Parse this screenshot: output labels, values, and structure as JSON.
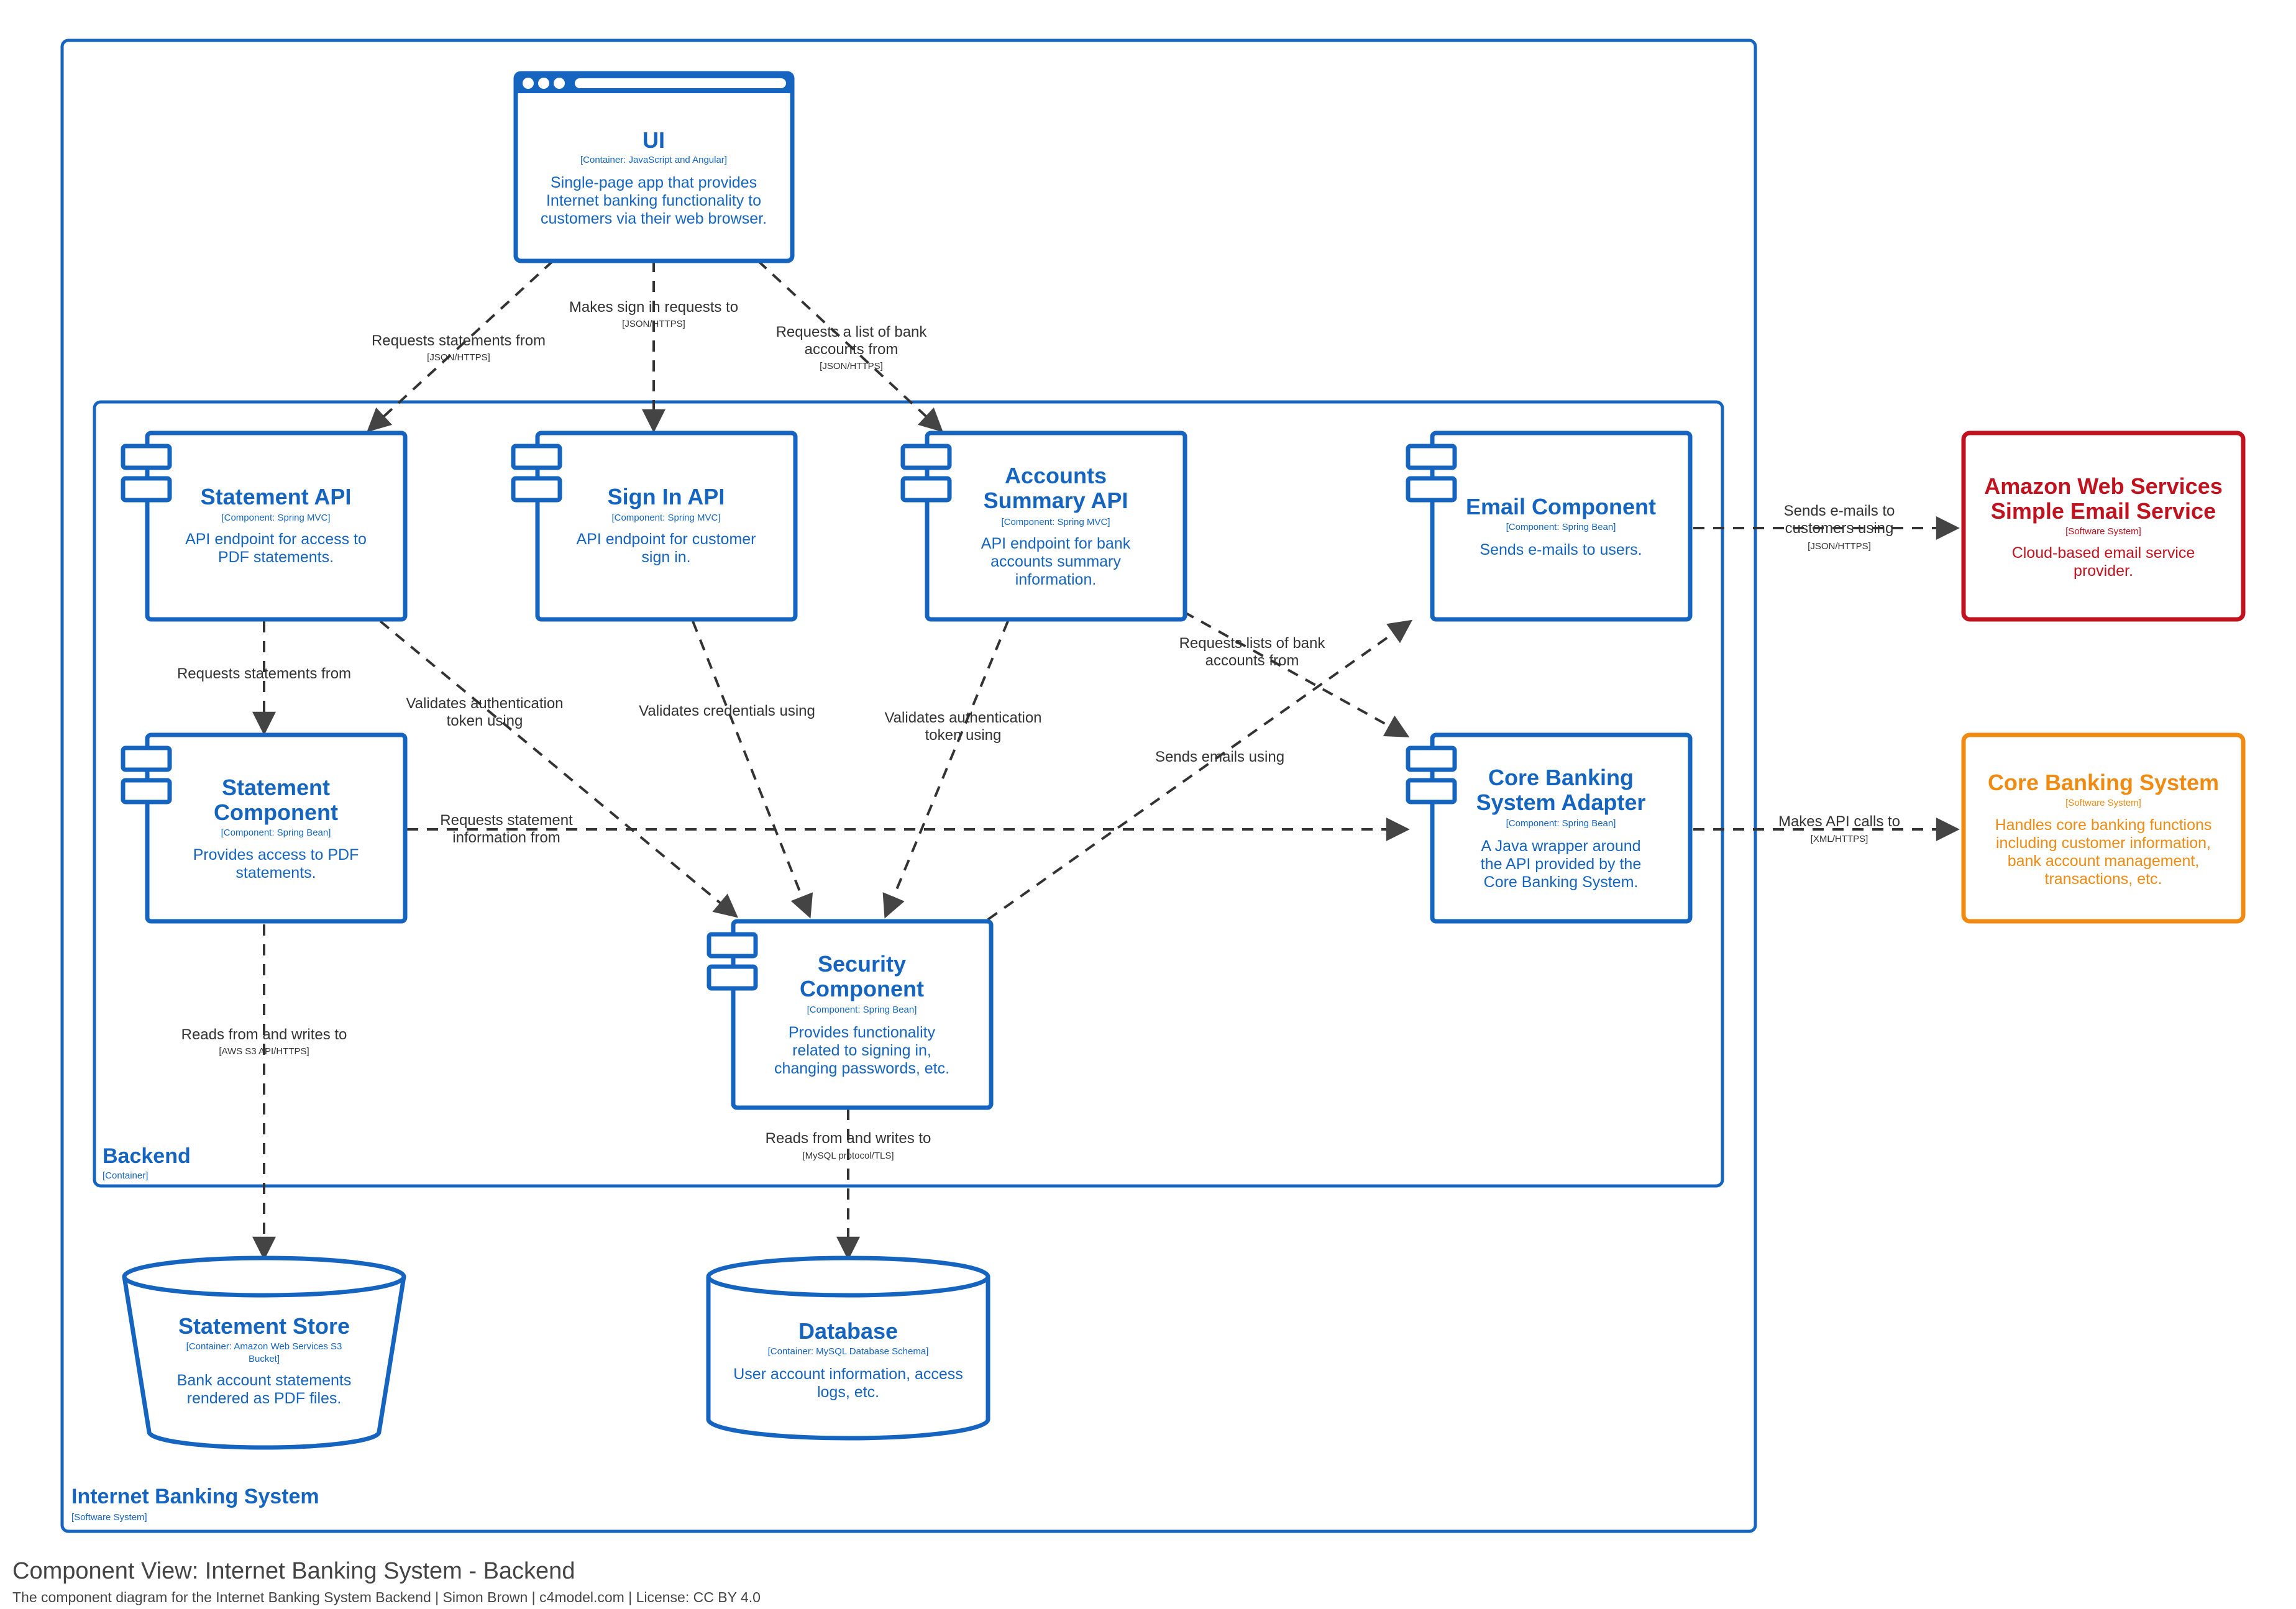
{
  "boundaries": {
    "system": {
      "title": "Internet Banking System",
      "tech": "[Software System]"
    },
    "backend": {
      "title": "Backend",
      "tech": "[Container]"
    }
  },
  "elements": {
    "ui": {
      "title": "UI",
      "tech": "[Container: JavaScript and Angular]",
      "desc": [
        "Single-page app that provides",
        "Internet banking functionality to",
        "customers via their web browser."
      ]
    },
    "statement_api": {
      "title": "Statement API",
      "tech": "[Component: Spring MVC]",
      "desc": [
        "API endpoint for access to",
        "PDF statements."
      ]
    },
    "signin_api": {
      "title": "Sign In API",
      "tech": "[Component: Spring MVC]",
      "desc": [
        "API endpoint for customer",
        "sign in."
      ]
    },
    "accounts_api": {
      "title": [
        "Accounts",
        "Summary API"
      ],
      "tech": "[Component: Spring MVC]",
      "desc": [
        "API endpoint for bank",
        "accounts summary",
        "information."
      ]
    },
    "email_component": {
      "title": "Email Component",
      "tech": "[Component: Spring Bean]",
      "desc": [
        "Sends e-mails to users."
      ]
    },
    "statement_component": {
      "title": [
        "Statement",
        "Component"
      ],
      "tech": "[Component: Spring Bean]",
      "desc": [
        "Provides access to PDF",
        "statements."
      ]
    },
    "cbs_adapter": {
      "title": [
        "Core Banking",
        "System Adapter"
      ],
      "tech": "[Component: Spring Bean]",
      "desc": [
        "A Java wrapper around",
        "the API provided by the",
        "Core Banking System."
      ]
    },
    "security_component": {
      "title": [
        "Security",
        "Component"
      ],
      "tech": "[Component: Spring Bean]",
      "desc": [
        "Provides functionality",
        "related to signing in,",
        "changing passwords, etc."
      ]
    },
    "aws_ses": {
      "title": [
        "Amazon Web Services",
        "Simple Email Service"
      ],
      "tech": "[Software System]",
      "desc": [
        "Cloud-based email service",
        "provider."
      ]
    },
    "core_banking": {
      "title": "Core Banking System",
      "tech": "[Software System]",
      "desc": [
        "Handles core banking functions",
        "including customer information,",
        "bank account management,",
        "transactions, etc."
      ]
    },
    "statement_store": {
      "title": "Statement Store",
      "tech": [
        "[Container: Amazon Web Services S3",
        "Bucket]"
      ],
      "desc": [
        "Bank account statements",
        "rendered as PDF files."
      ]
    },
    "database": {
      "title": "Database",
      "tech": "[Container: MySQL Database Schema]",
      "desc": [
        "User account information, access",
        "logs, etc."
      ]
    }
  },
  "relationships": {
    "ui_statement": {
      "label": [
        "Requests statements from"
      ],
      "tech": "[JSON/HTTPS]"
    },
    "ui_signin": {
      "label": [
        "Makes sign in requests to"
      ],
      "tech": "[JSON/HTTPS]"
    },
    "ui_accounts": {
      "label": [
        "Requests a list of bank",
        "accounts from"
      ],
      "tech": "[JSON/HTTPS]"
    },
    "stmtapi_stmtcomp": {
      "label": [
        "Requests statements from"
      ]
    },
    "stmtapi_security": {
      "label": [
        "Validates authentication",
        "token using"
      ]
    },
    "signin_security": {
      "label": [
        "Validates credentials using"
      ]
    },
    "accounts_security": {
      "label": [
        "Validates authentication",
        "token using"
      ]
    },
    "accounts_cbs": {
      "label": [
        "Requests lists of bank",
        "accounts from"
      ]
    },
    "security_email": {
      "label": [
        "Sends emails using"
      ]
    },
    "stmtcomp_cbs": {
      "label": [
        "Requests statement",
        "information from"
      ]
    },
    "email_aws": {
      "label": [
        "Sends e-mails to",
        "customers using"
      ],
      "tech": "[JSON/HTTPS]"
    },
    "cbs_core": {
      "label": [
        "Makes API calls to"
      ],
      "tech": "[XML/HTTPS]"
    },
    "stmtcomp_store": {
      "label": [
        "Reads from and writes to"
      ],
      "tech": "[AWS S3 API/HTTPS]"
    },
    "security_db": {
      "label": [
        "Reads from and writes to"
      ],
      "tech": "[MySQL protocol/TLS]"
    }
  },
  "caption": {
    "title": "Component View: Internet Banking System - Backend",
    "subtitle": "The component diagram for the Internet Banking System Backend | Simon Brown | c4model.com | License: CC BY 4.0"
  }
}
